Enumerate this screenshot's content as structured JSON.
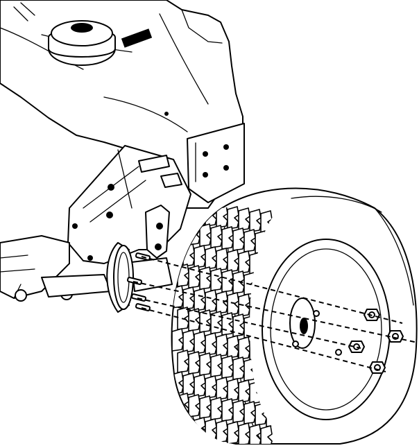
{
  "diagram": {
    "colors": {
      "line": "#000000",
      "background": "#ffffff"
    },
    "tread": {
      "rows": 11,
      "cols": 9
    },
    "components": [
      "fuel-tank-cap",
      "frame-plate",
      "rear-axle-hub",
      "wheel-studs",
      "tire",
      "wheel-rim",
      "lug-nuts"
    ]
  }
}
